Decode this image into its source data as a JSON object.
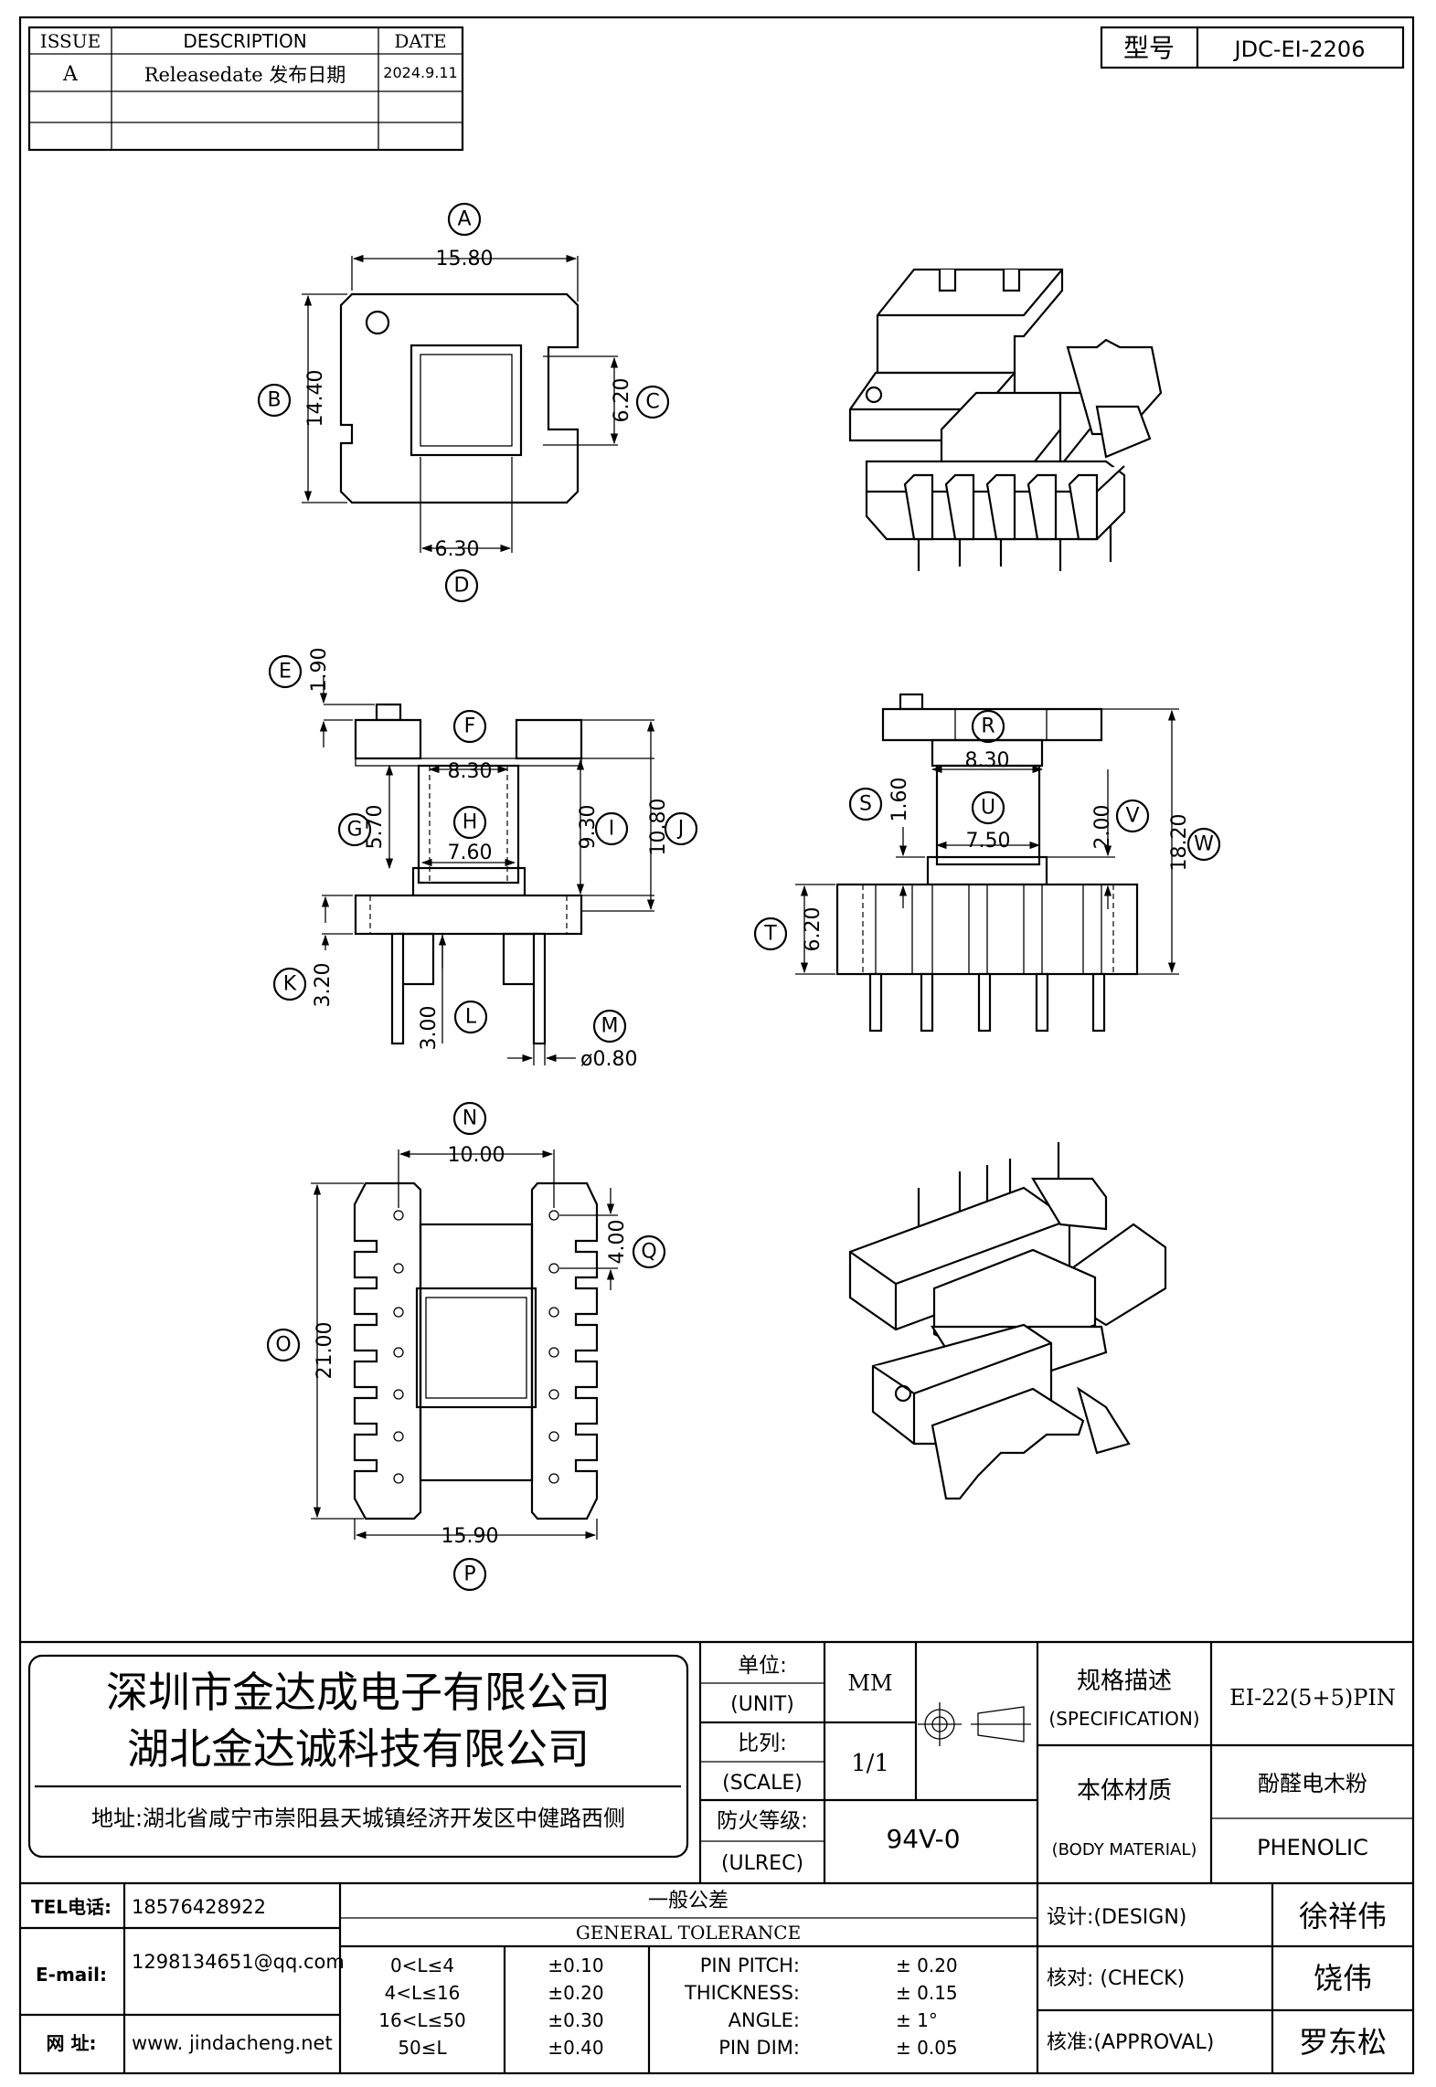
{
  "revision": {
    "headers": [
      "ISSUE",
      "DESCRIPTION",
      "DATE"
    ],
    "rows": [
      {
        "issue": "A",
        "description": "Releasedate 发布日期",
        "date": "2024.9.11"
      }
    ]
  },
  "model": {
    "label": "型号",
    "value": "JDC-EI-2206"
  },
  "dims": {
    "A": "15.80",
    "B": "14.40",
    "C": "6.20",
    "D": "6.30",
    "E": "1.90",
    "F_w": "8.30",
    "G": "5.70",
    "H": "7.60",
    "I": "9.30",
    "J": "10.80",
    "K": "3.20",
    "L": "3.00",
    "M": "ø0.80",
    "R": "8.30",
    "S": "1.60",
    "U": "7.50",
    "V": "2.00",
    "W": "18.20",
    "T": "6.20",
    "N": "10.00",
    "Q": "4.00",
    "O": "21.00",
    "P": "15.90"
  },
  "balloons": [
    "A",
    "B",
    "C",
    "D",
    "E",
    "F",
    "G",
    "H",
    "I",
    "J",
    "K",
    "L",
    "M",
    "N",
    "O",
    "P",
    "Q",
    "R",
    "S",
    "T",
    "U",
    "V",
    "W"
  ],
  "company": {
    "name1": "深圳市金达成电子有限公司",
    "name2": "湖北金达诚科技有限公司",
    "address": "地址:湖北省咸宁市崇阳县天城镇经济开发区中健路西侧"
  },
  "contact": {
    "tel_label": "TEL电话:",
    "tel": "18576428922",
    "email_label": "E-mail:",
    "email": "1298134651@qq.com",
    "web_label": "网  址:",
    "web": "www. jindacheng.net"
  },
  "title_block": {
    "unit_cn": "单位:",
    "unit_en": "(UNIT)",
    "unit_value": "MM",
    "scale_cn": "比列:",
    "scale_en": "(SCALE)",
    "scale_value": "1/1",
    "fire_cn": "防火等级:",
    "fire_en": "(ULREC)",
    "fire_value": "94V-0",
    "spec_cn": "规格描述",
    "spec_en": "(SPECIFICATION)",
    "spec_value": "EI-22(5+5)PIN",
    "material_cn": "本体材质",
    "material_en": "(BODY MATERIAL)",
    "material_value_cn": "酚醛电木粉",
    "material_value_en": "PHENOLIC"
  },
  "tolerance": {
    "title_cn": "一般公差",
    "title_en": "GENERAL TOLERANCE",
    "ranges": [
      {
        "range": "0<L≤4",
        "tol": "±0.10"
      },
      {
        "range": "4<L≤16",
        "tol": "±0.20"
      },
      {
        "range": "16<L≤50",
        "tol": "±0.30"
      },
      {
        "range": "50≤L",
        "tol": "±0.40"
      }
    ],
    "specs": [
      {
        "name": "PIN PITCH:",
        "tol": "±  0.20"
      },
      {
        "name": "THICKNESS:",
        "tol": "±  0.15"
      },
      {
        "name": "ANGLE:",
        "tol": "±  1°"
      },
      {
        "name": "PIN DIM:",
        "tol": "±  0.05"
      }
    ]
  },
  "signoff": {
    "design_label": "设计:(DESIGN)",
    "design_name": "徐祥伟",
    "check_label": "核对: (CHECK)",
    "check_name": "饶伟",
    "approval_label": "核准:(APPROVAL)",
    "approval_name": "罗东松"
  }
}
